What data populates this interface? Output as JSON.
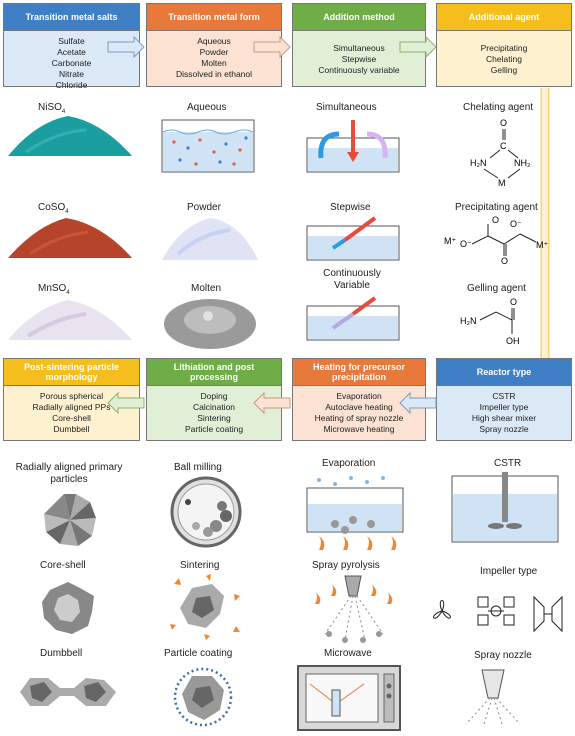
{
  "boxes": {
    "salts": {
      "title": "Transition metal salts",
      "items": [
        "Sulfate",
        "Acetate",
        "Carbonate",
        "Nitrate",
        "Chloride"
      ]
    },
    "form": {
      "title": "Transition metal form",
      "items": [
        "Aqueous",
        "Powder",
        "Molten",
        "Dissolved in ethanol"
      ]
    },
    "method": {
      "title": "Addition method",
      "items": [
        "Simultaneous",
        "Stepwise",
        "Continuously variable"
      ]
    },
    "agent": {
      "title": "Additional agent",
      "items": [
        "Precipitating",
        "Chelating",
        "Gelling"
      ]
    },
    "reactor": {
      "title": "Reactor type",
      "items": [
        "CSTR",
        "Impeller type",
        "High shear mixer",
        "Spray nozzle"
      ]
    },
    "heating": {
      "title": "Heating for precursor precipitation",
      "items": [
        "Evaporation",
        "Autoclave heating",
        "Heating of spray nozzle",
        "Microwave heating"
      ]
    },
    "lithiation": {
      "title": "Lithiation and post processing",
      "items": [
        "Doping",
        "Calcination",
        "Sintering",
        "Particle coating"
      ]
    },
    "morphology": {
      "title": "Post-sintering particle morphology",
      "items": [
        "Porous spherical",
        "Radially aligned PPs",
        "Core-shell",
        "Dumbbell"
      ]
    }
  },
  "labels": {
    "niso4": "NiSO",
    "coso4": "CoSO",
    "mnso4": "MnSO",
    "sub4": "4",
    "aqueous": "Aqueous",
    "powder": "Powder",
    "molten": "Molten",
    "simultaneous": "Simultaneous",
    "stepwise": "Stepwise",
    "continuously_variable": "Continuously Variable",
    "chelating_agent": "Chelating agent",
    "precipitating_agent": "Precipitating agent",
    "gelling_agent": "Gelling agent",
    "radially_aligned": "Radially aligned primary particles",
    "core_shell": "Core-shell",
    "dumbbell": "Dumbbell",
    "ball_milling": "Ball milling",
    "sintering": "Sintering",
    "particle_coating": "Particle coating",
    "evaporation": "Evaporation",
    "spray_pyrolysis": "Spray pyrolysis",
    "microwave": "Microwave",
    "cstr": "CSTR",
    "impeller_type": "Impeller type",
    "spray_nozzle": "Spray nozzle"
  },
  "chem": {
    "c": "C",
    "o": "O",
    "h2n": "H₂N",
    "nh2": "NH₂",
    "m": "M",
    "mplus": "M⁺",
    "ominus": "O⁻",
    "oh": "OH"
  },
  "colors": {
    "blue": "#3e7fc6",
    "orange": "#e8793a",
    "green": "#6fad47",
    "yellow": "#f6be1c"
  }
}
